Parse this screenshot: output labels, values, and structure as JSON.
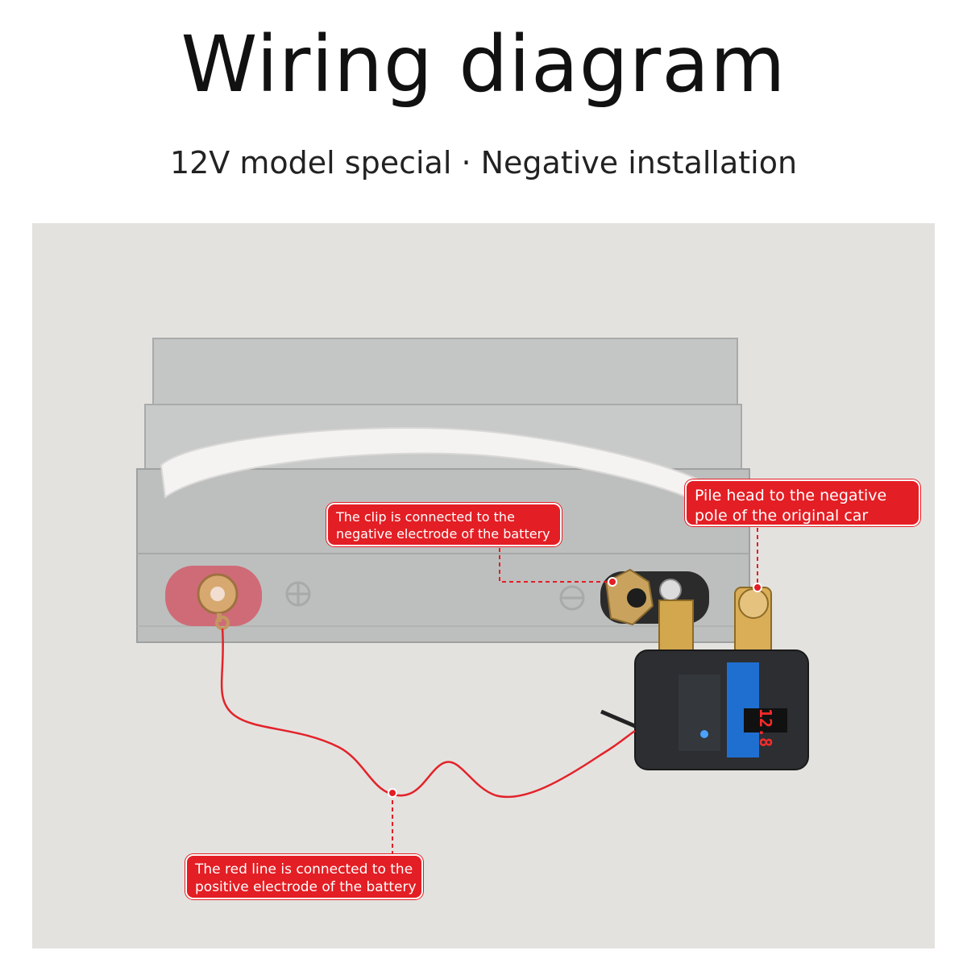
{
  "header": {
    "title": "Wiring diagram",
    "subtitle": "12V model special · Negative installation"
  },
  "callouts": {
    "clip": [
      "The clip is connected to the",
      "negative electrode of the battery"
    ],
    "pile_head": [
      "Pile head to the negative",
      "pole of the original car"
    ],
    "red_line": [
      "The red line is connected to the",
      "positive electrode of the battery"
    ]
  },
  "device": {
    "display_value": "12.8"
  },
  "colors": {
    "callout": "#e31e24",
    "wire": "#e2232a",
    "battery": "#bdbfbe",
    "background": "#e4e2df"
  }
}
